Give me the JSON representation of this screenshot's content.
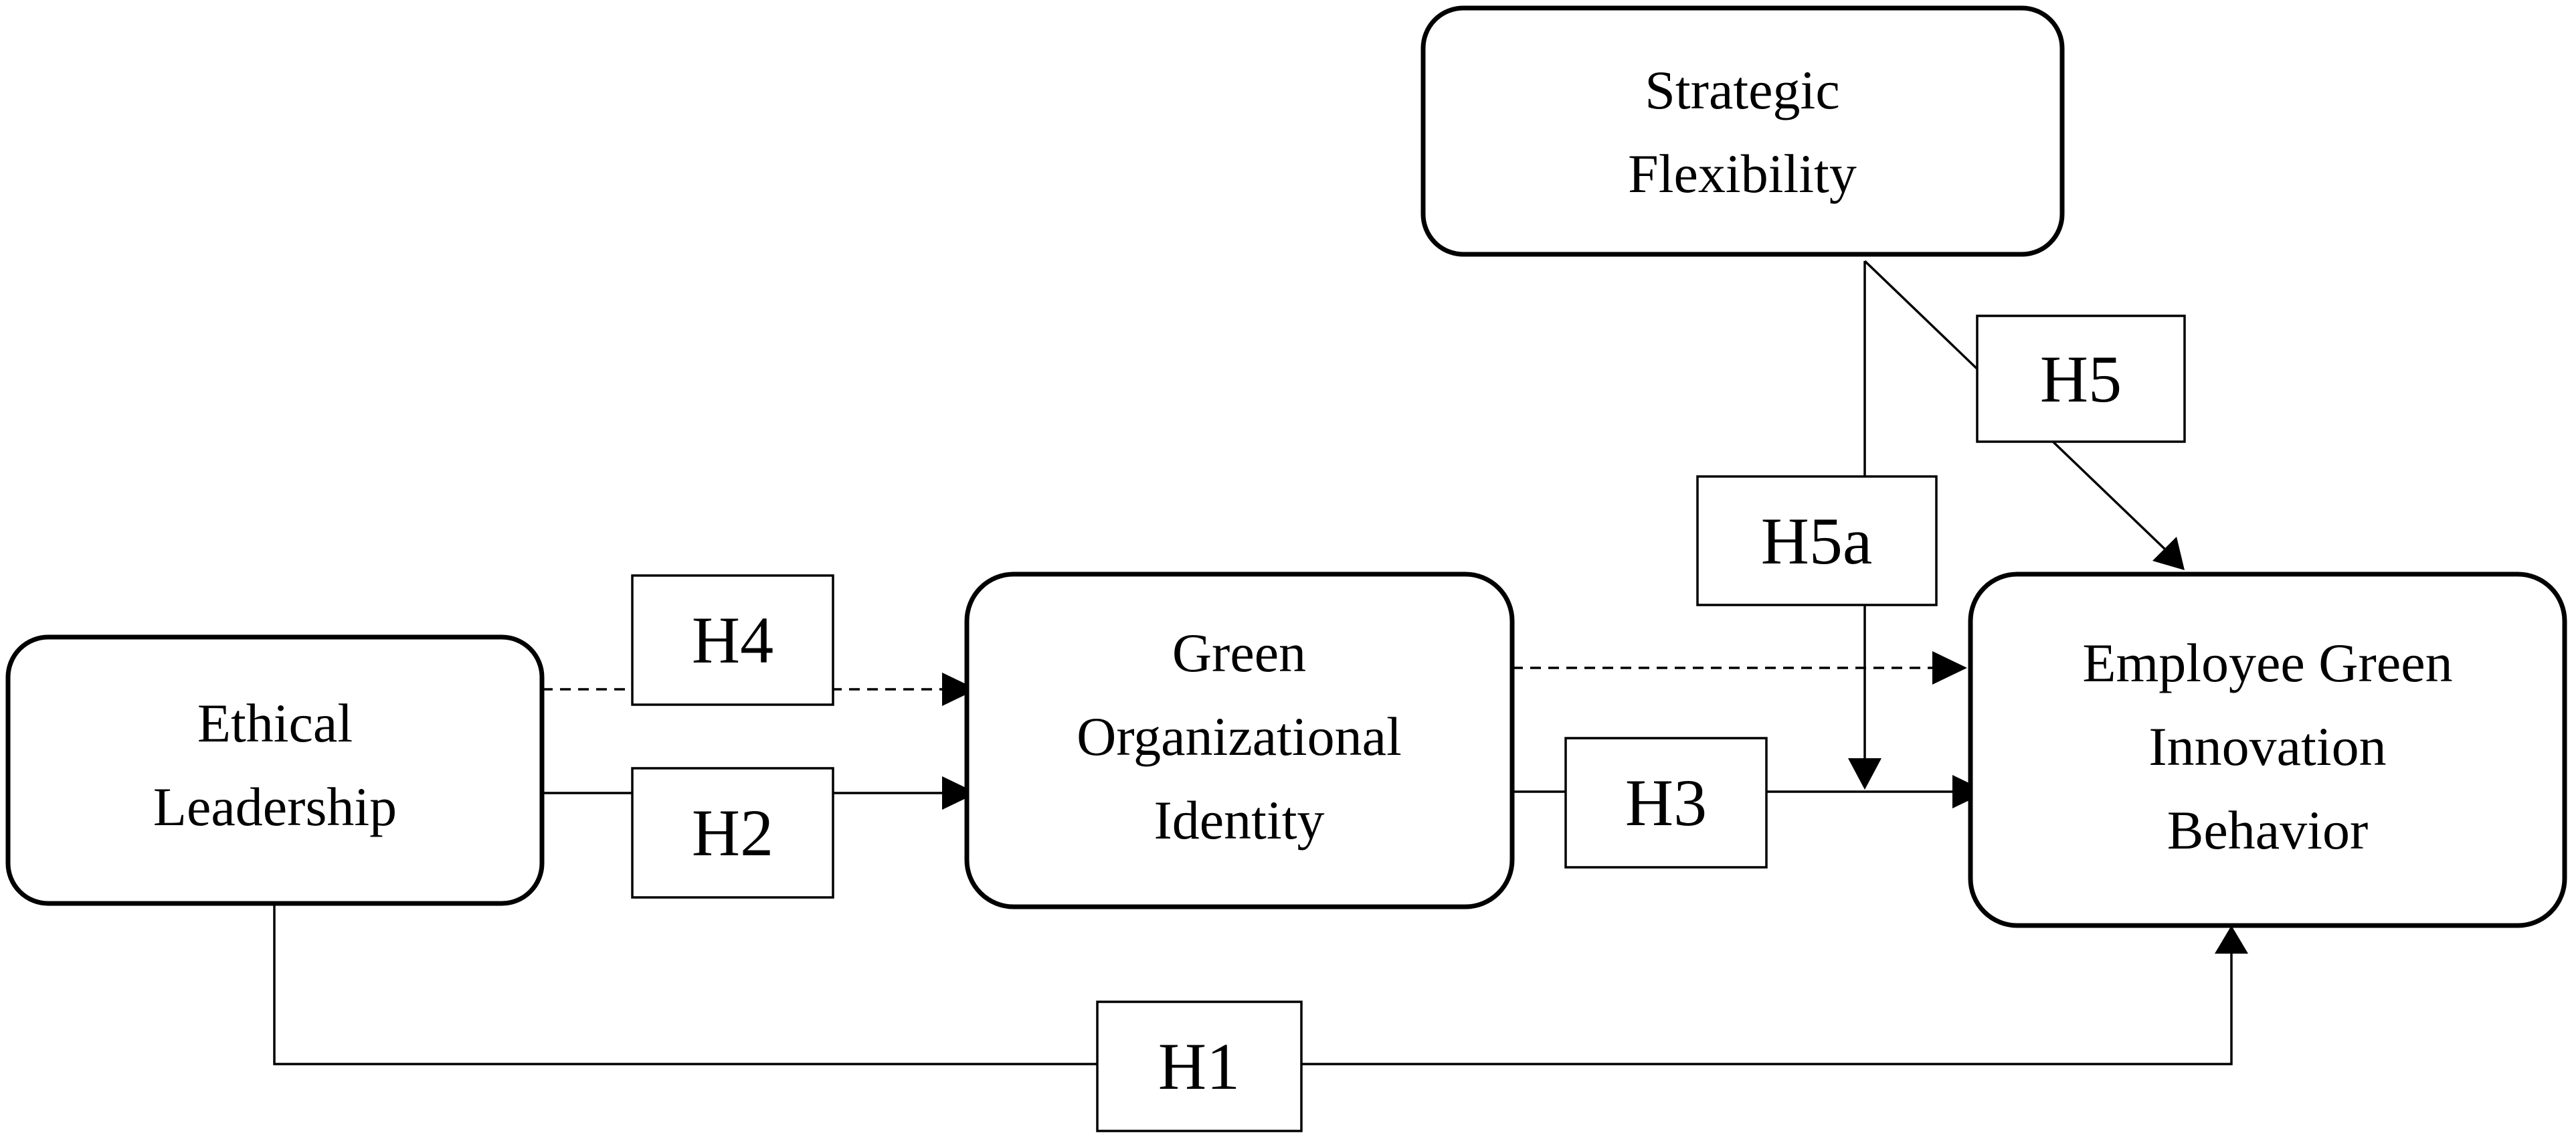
{
  "nodes": {
    "ethical_leadership": {
      "lines": [
        "Ethical",
        "Leadership"
      ]
    },
    "green_org_identity": {
      "lines": [
        "Green",
        "Organizational",
        "Identity"
      ]
    },
    "strategic_flexibility": {
      "lines": [
        "Strategic",
        "Flexibility"
      ]
    },
    "employee_green_innovation": {
      "lines": [
        "Employee Green",
        "Innovation",
        "Behavior"
      ]
    }
  },
  "hypotheses": {
    "h1": "H1",
    "h2": "H2",
    "h3": "H3",
    "h4": "H4",
    "h5": "H5",
    "h5a": "H5a"
  }
}
